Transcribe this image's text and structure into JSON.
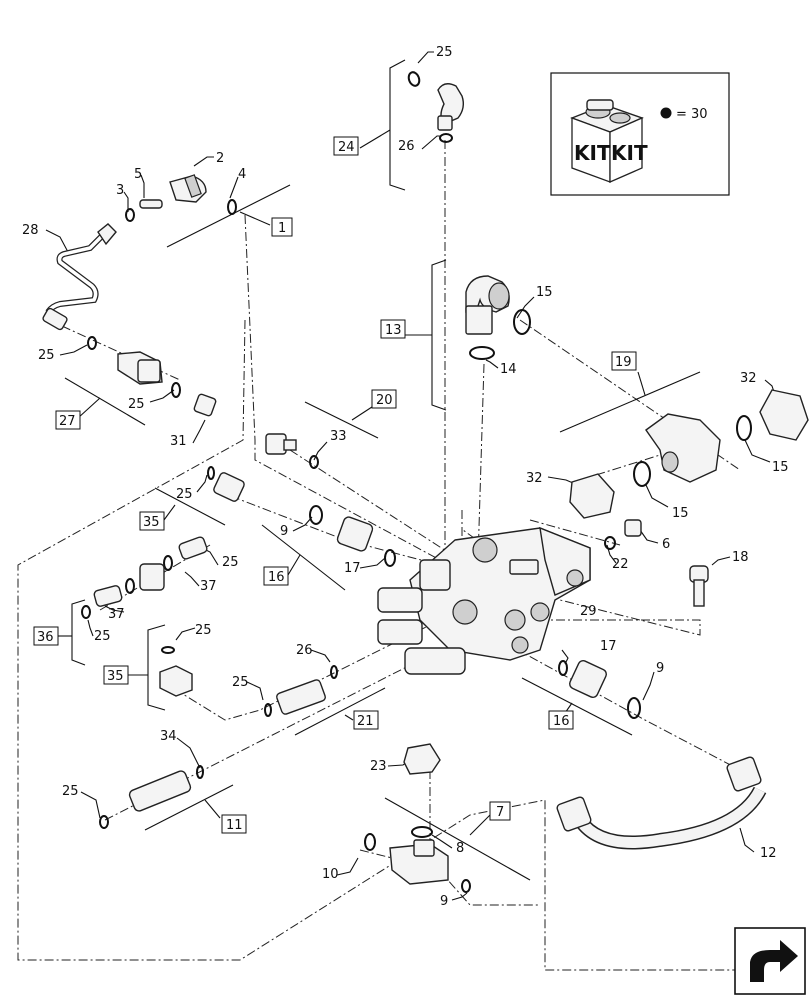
{
  "kit_legend": {
    "kit_label_left": "KIT",
    "kit_label_right": "KIT",
    "equals": "= 30"
  },
  "callouts": [
    {
      "id": "c25a",
      "text": "25"
    },
    {
      "id": "c26a",
      "text": "26"
    },
    {
      "id": "c24",
      "text": "24",
      "boxed": true
    },
    {
      "id": "c2",
      "text": "2"
    },
    {
      "id": "c5",
      "text": "5"
    },
    {
      "id": "c3",
      "text": "3"
    },
    {
      "id": "c4",
      "text": "4"
    },
    {
      "id": "c1",
      "text": "1",
      "boxed": true
    },
    {
      "id": "c28",
      "text": "28"
    },
    {
      "id": "c25b",
      "text": "25"
    },
    {
      "id": "c25c",
      "text": "25"
    },
    {
      "id": "c27",
      "text": "27",
      "boxed": true
    },
    {
      "id": "c31",
      "text": "31"
    },
    {
      "id": "c15a",
      "text": "15"
    },
    {
      "id": "c13",
      "text": "13",
      "boxed": true
    },
    {
      "id": "c14",
      "text": "14"
    },
    {
      "id": "c19",
      "text": "19",
      "boxed": true
    },
    {
      "id": "c32a",
      "text": "32"
    },
    {
      "id": "c15b",
      "text": "15"
    },
    {
      "id": "c32b",
      "text": "32"
    },
    {
      "id": "c15c",
      "text": "15"
    },
    {
      "id": "c20",
      "text": "20",
      "boxed": true
    },
    {
      "id": "c33",
      "text": "33"
    },
    {
      "id": "c25d",
      "text": "25"
    },
    {
      "id": "c35a",
      "text": "35",
      "boxed": true
    },
    {
      "id": "c9a",
      "text": "9"
    },
    {
      "id": "c16a",
      "text": "16",
      "boxed": true
    },
    {
      "id": "c17a",
      "text": "17"
    },
    {
      "id": "c6",
      "text": "6"
    },
    {
      "id": "c22",
      "text": "22"
    },
    {
      "id": "c18",
      "text": "18"
    },
    {
      "id": "c29",
      "text": "29"
    },
    {
      "id": "c25e",
      "text": "25"
    },
    {
      "id": "c37a",
      "text": "37"
    },
    {
      "id": "c37b",
      "text": "37"
    },
    {
      "id": "c25f",
      "text": "25"
    },
    {
      "id": "c36",
      "text": "36",
      "boxed": true
    },
    {
      "id": "c25g",
      "text": "25"
    },
    {
      "id": "c35b",
      "text": "35",
      "boxed": true
    },
    {
      "id": "c26b",
      "text": "26"
    },
    {
      "id": "c25h",
      "text": "25"
    },
    {
      "id": "c21",
      "text": "21",
      "boxed": true
    },
    {
      "id": "c17b",
      "text": "17"
    },
    {
      "id": "c9b",
      "text": "9"
    },
    {
      "id": "c16b",
      "text": "16",
      "boxed": true
    },
    {
      "id": "c34",
      "text": "34"
    },
    {
      "id": "c25i",
      "text": "25"
    },
    {
      "id": "c11",
      "text": "11",
      "boxed": true
    },
    {
      "id": "c23",
      "text": "23"
    },
    {
      "id": "c7",
      "text": "7",
      "boxed": true
    },
    {
      "id": "c8",
      "text": "8"
    },
    {
      "id": "c10",
      "text": "10"
    },
    {
      "id": "c9c",
      "text": "9"
    },
    {
      "id": "c12",
      "text": "12"
    }
  ],
  "nav_icon": "next-page-arrow-icon"
}
